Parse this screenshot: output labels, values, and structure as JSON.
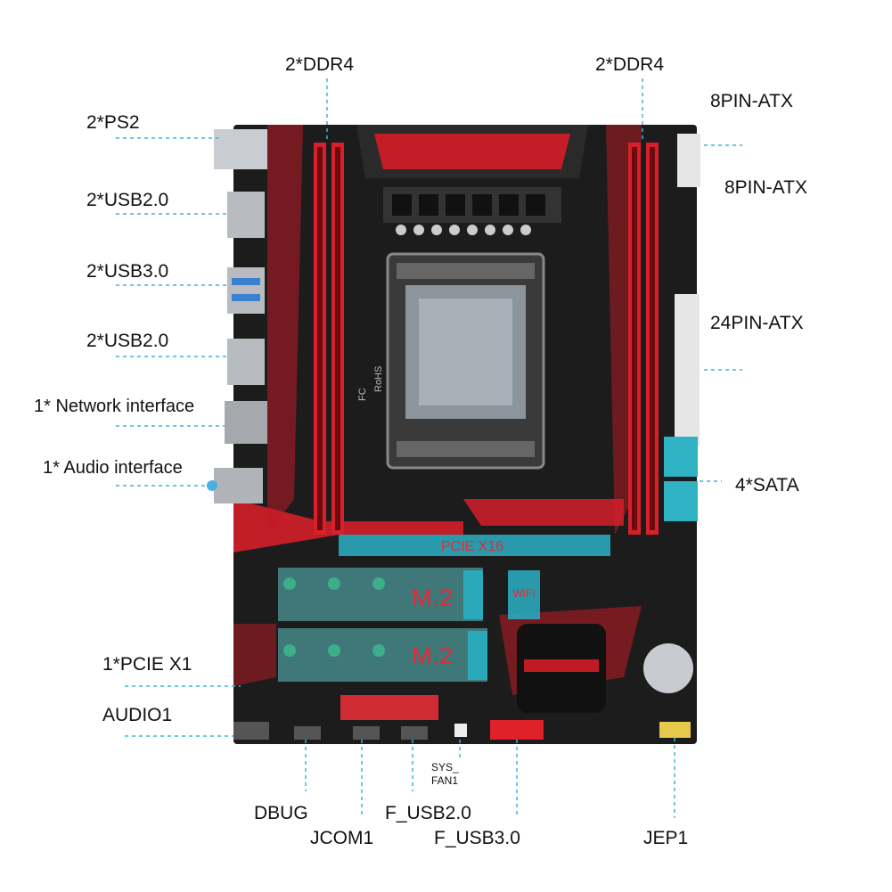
{
  "labels": {
    "ddr4_left": "2*DDR4",
    "ddr4_right": "2*DDR4",
    "atx8_a": "8PIN-ATX",
    "atx8_b": "8PIN-ATX",
    "atx24": "24PIN-ATX",
    "sata": "4*SATA",
    "ps2": "2*PS2",
    "usb20_top": "2*USB2.0",
    "usb30": "2*USB3.0",
    "usb20_bottom": "2*USB2.0",
    "network": "1* Network interface",
    "audio_if": "1* Audio interface",
    "pcie_x1": "1*PCIE X1",
    "audio1": "AUDIO1",
    "dbug": "DBUG",
    "jcom1": "JCOM1",
    "f_usb20": "F_USB2.0",
    "f_usb30": "F_USB3.0",
    "sys_fan_line1": "SYS_",
    "sys_fan_line2": "FAN1",
    "jep1": "JEP1"
  },
  "board": {
    "pcie_x16": "PCIE X16",
    "m2_top": "M.2",
    "m2_bottom": "M.2",
    "wifi": "WIFI",
    "rohs": "RoHS",
    "fc": "FC"
  },
  "colors": {
    "pcb": "#1a1a1a",
    "accent_red": "#e0202a",
    "slot_cyan": "#37b5c8",
    "leader": "#3bb6d6"
  }
}
